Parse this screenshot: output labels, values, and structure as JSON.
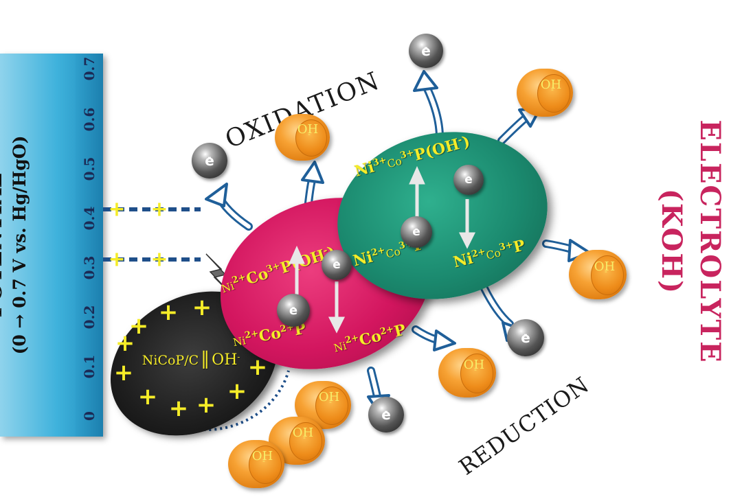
{
  "potential_axis": {
    "title": "POTENTIAL",
    "subtitle": "(0 → 0.7 V vs. Hg/HgO)",
    "ticks": [
      "0",
      "0.1",
      "0.2",
      "0.3",
      "0.4",
      "0.5",
      "0.6",
      "0.7"
    ]
  },
  "labels": {
    "oxidation": "OXIDATION",
    "reduction": "REDUCTION",
    "electrolyte_line1": "ELECTROLYTE",
    "electrolyte_line2": "(KOH)"
  },
  "electrode": {
    "text_left": "NiCoP/C",
    "separator": "‖",
    "text_right": "OH",
    "charge": "-",
    "plus_sign": "+"
  },
  "red_oval": {
    "top": {
      "ni": "Ni",
      "ni_ch": "2+",
      "co": "Co",
      "co_ch": "3+",
      "rest": "P(OH",
      "rest_ch": "-",
      "close": ")"
    },
    "bottom_left": {
      "ni": "Ni",
      "ni_ch": "2+",
      "co": "Co",
      "co_ch": "2+",
      "rest": "P"
    },
    "bottom_right": {
      "ni": "Ni",
      "ni_ch": "2+",
      "co": "Co",
      "co_ch": "2+",
      "rest": "P"
    }
  },
  "green_oval": {
    "top": {
      "ni": "Ni",
      "ni_ch": "3+",
      "co": "Co",
      "co_ch": "3+",
      "rest": "P(OH",
      "rest_ch": "-",
      "close": ")"
    },
    "bottom_left": {
      "ni": "Ni",
      "ni_ch": "2+",
      "co": "Co",
      "co_ch": "3+",
      "rest": "P"
    },
    "bottom_right": {
      "ni": "Ni",
      "ni_ch": "2+",
      "co": "Co",
      "co_ch": "3+",
      "rest": "P"
    }
  },
  "species": {
    "electron": "e",
    "electron_charge": "-",
    "hydroxide": "OH",
    "hydroxide_charge": "-"
  },
  "colors": {
    "potential_bar": "#3fb2dc",
    "electrode": "#1a1a1a",
    "red_oval": "#d3165f",
    "green_oval": "#1b8a6f",
    "label_yellow": "#f5ec28",
    "electrolyte_text": "#c8245e",
    "arrow_blue": "#1f5f99",
    "hydroxide": "#f08c1c"
  }
}
